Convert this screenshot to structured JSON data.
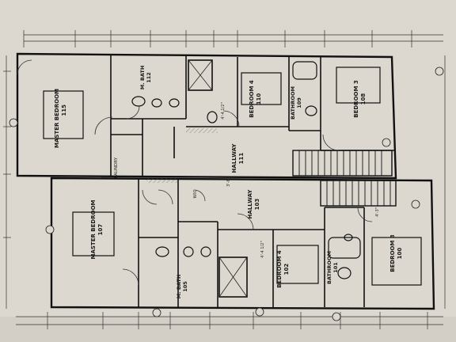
{
  "rooms_upper": {
    "master_bedroom": {
      "name": "MASTER BEDROOM",
      "num": "115"
    },
    "m_bath": {
      "name": "M. BATH",
      "num": "112"
    },
    "bedroom4": {
      "name": "BEDROOM 4",
      "num": "110"
    },
    "bathroom": {
      "name": "BATHROOM",
      "num": "109"
    },
    "bedroom3": {
      "name": "BEDROOM 3",
      "num": "108"
    },
    "hallway": {
      "name": "HALLWAY",
      "num": "111"
    },
    "laundry": {
      "name": "LAUNDRY"
    }
  },
  "rooms_lower": {
    "master_bedroom": {
      "name": "MASTER BEDROOM",
      "num": "107"
    },
    "m_bath": {
      "name": "M. BATH",
      "num": "105"
    },
    "bedroom4": {
      "name": "BEDROOM 4",
      "num": "102"
    },
    "bathroom": {
      "name": "BATHROOM",
      "num": "101"
    },
    "bedroom3": {
      "name": "BEDROOM 3",
      "num": "100"
    },
    "hallway": {
      "name": "HALLWAY",
      "num": "103"
    },
    "wic": {
      "name": "WIC"
    }
  },
  "dims": {
    "d1": "4'-4 1/2\"",
    "d2": "3'-6\"",
    "d3": "4'-4 1/2\"",
    "d4": "4'-3\""
  }
}
